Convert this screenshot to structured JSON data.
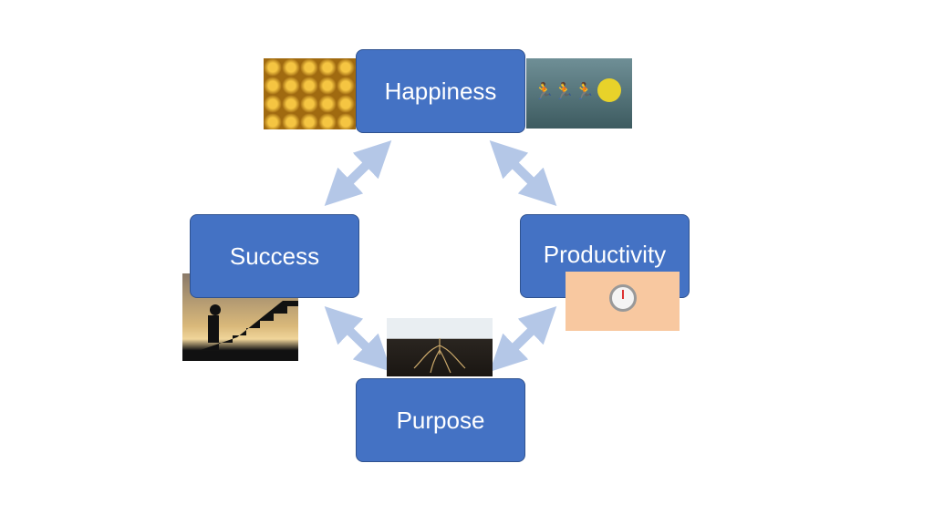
{
  "nodes": {
    "happiness": "Happiness",
    "success": "Success",
    "productivity": "Productivity",
    "purpose": "Purpose"
  },
  "colors": {
    "box": "#4472C4",
    "arrow": "#B4C7E7"
  },
  "images": [
    "smiley-faces-photo",
    "running-figures-smiley-photo",
    "man-climbing-stairs-photo",
    "stopwatch-photo",
    "plant-roots-photo"
  ]
}
